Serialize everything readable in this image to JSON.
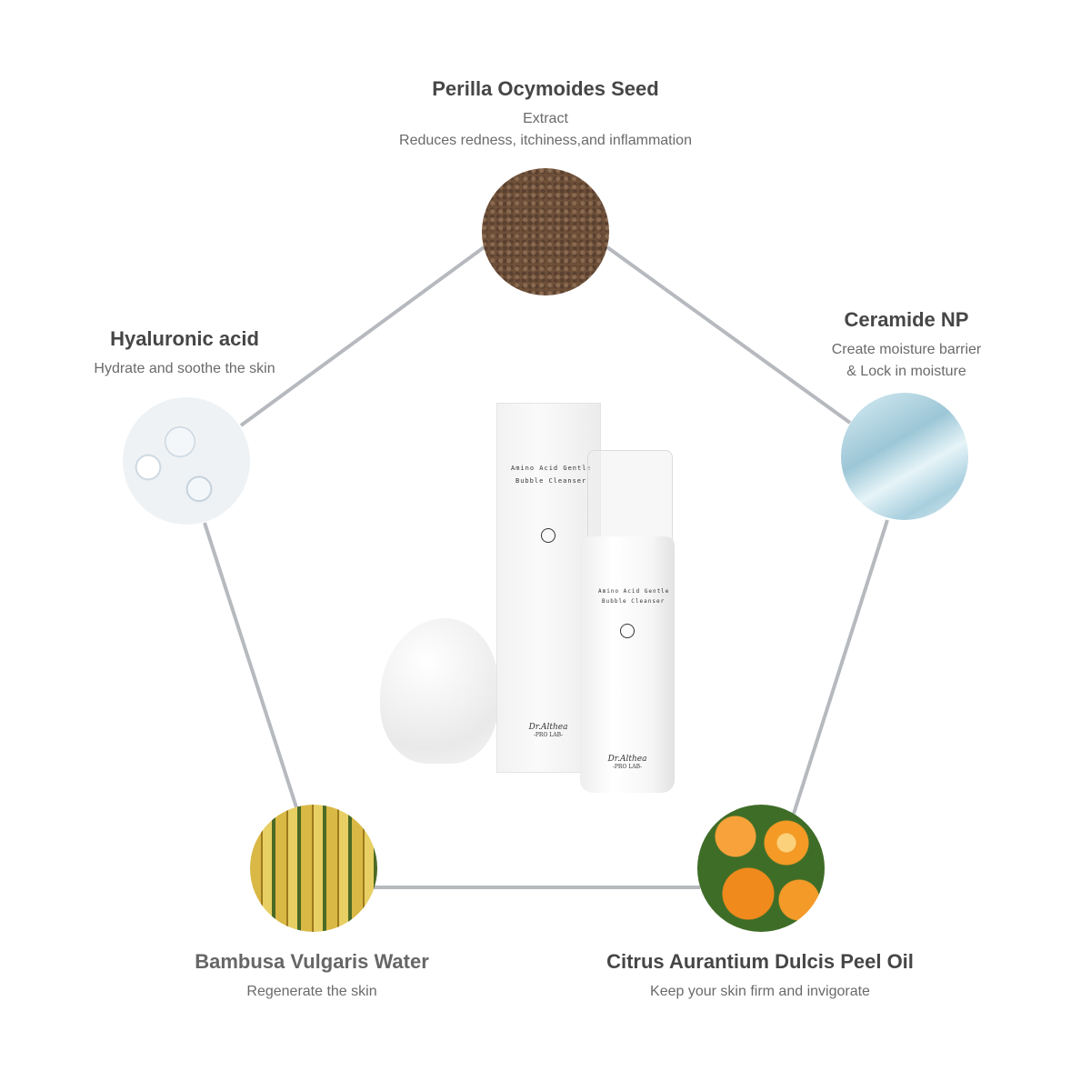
{
  "ingredients": [
    {
      "name": "Perilla Ocymoides Seed",
      "desc": [
        "Extract",
        "Reduces redness, itchiness,and inflammation"
      ],
      "image": "perilla-seeds"
    },
    {
      "name": "Hyaluronic acid",
      "desc": [
        "Hydrate and soothe the skin"
      ],
      "image": "molecule-bubbles"
    },
    {
      "name": "Ceramide NP",
      "desc": [
        "Create moisture barrier",
        "& Lock in moisture"
      ],
      "image": "gel-texture"
    },
    {
      "name": "Bambusa Vulgaris Water",
      "desc": [
        "Regenerate the skin"
      ],
      "image": "bamboo"
    },
    {
      "name": "Citrus Aurantium Dulcis Peel Oil",
      "desc": [
        "Keep your skin firm and invigorate"
      ],
      "image": "oranges"
    }
  ],
  "product": {
    "line1": "Amino Acid Gentle",
    "line2": "Bubble Cleanser",
    "brand": "Dr.Althea",
    "sub": "-PRO LAB-"
  },
  "colors": {
    "connector": "#b6b9be",
    "title": "#464646",
    "text": "#6a6a6a"
  }
}
